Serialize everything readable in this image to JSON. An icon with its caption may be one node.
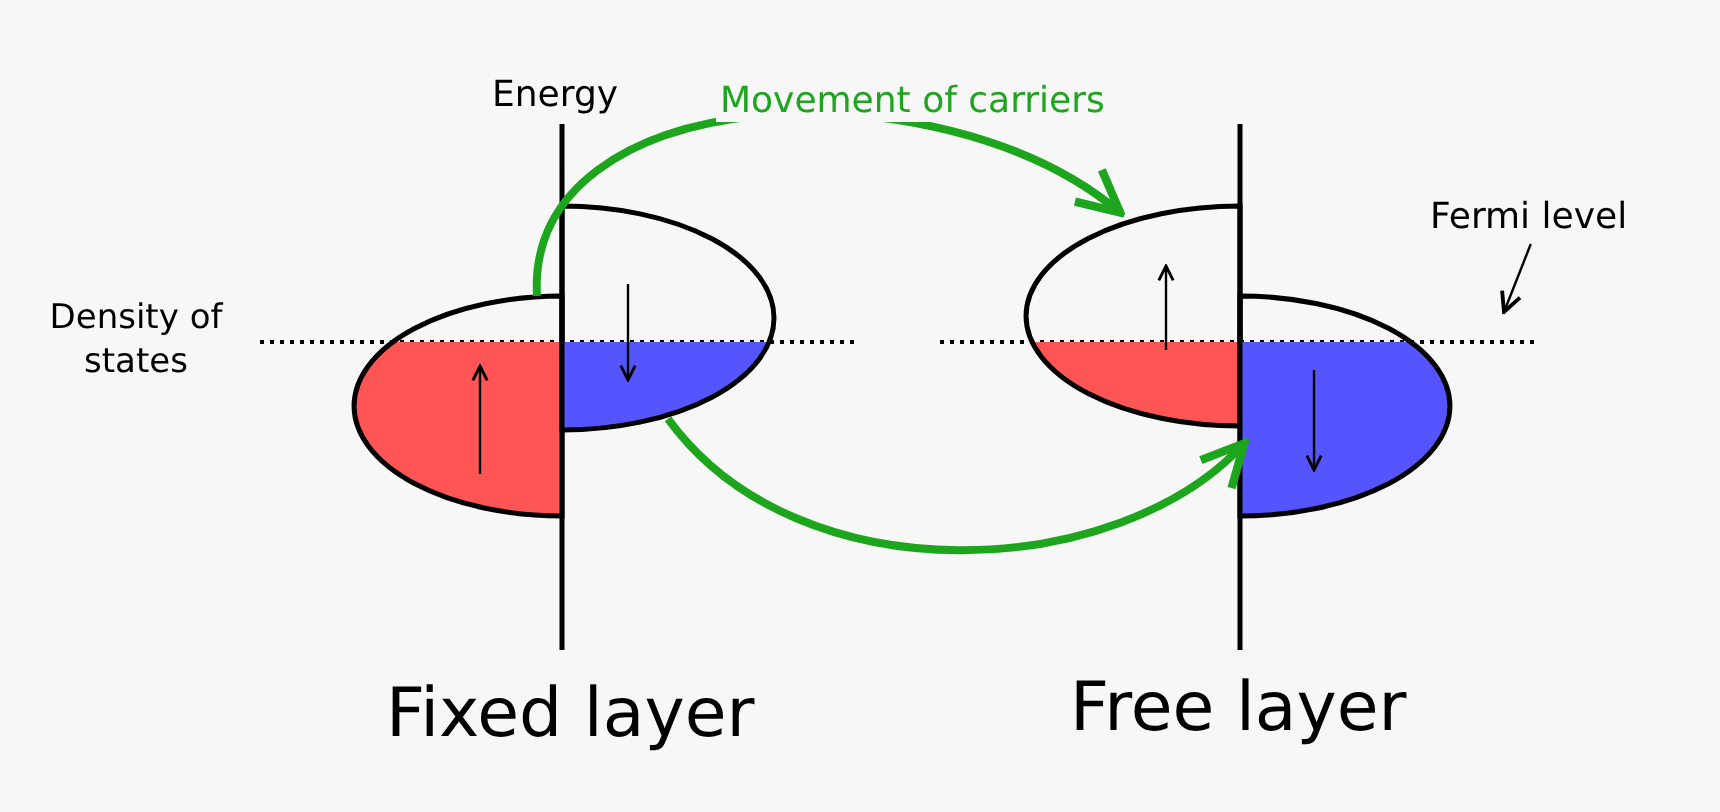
{
  "diagram": {
    "nodes": [
      {
        "text": [],
        "shape": "ellipse"
      },
      {
        "text": [],
        "shape": "ellipse"
      },
      {
        "text": [],
        "shape": "ellipse"
      },
      {
        "text": [],
        "shape": "ellipse"
      },
      {
        "text": [
          "Fermi level"
        ]
      }
    ],
    "edges": [
      {
        "from": 0,
        "to": 2,
        "arrow": "to",
        "label": "Movement of carriers"
      },
      {
        "from": 1,
        "to": 3,
        "arrow": "to"
      },
      {
        "from": 4,
        "to": null,
        "arrow": "to",
        "color": "#000000"
      }
    ],
    "labels": [
      "Energy",
      "Density of states",
      "Fixed layer",
      "Free layer"
    ]
  }
}
